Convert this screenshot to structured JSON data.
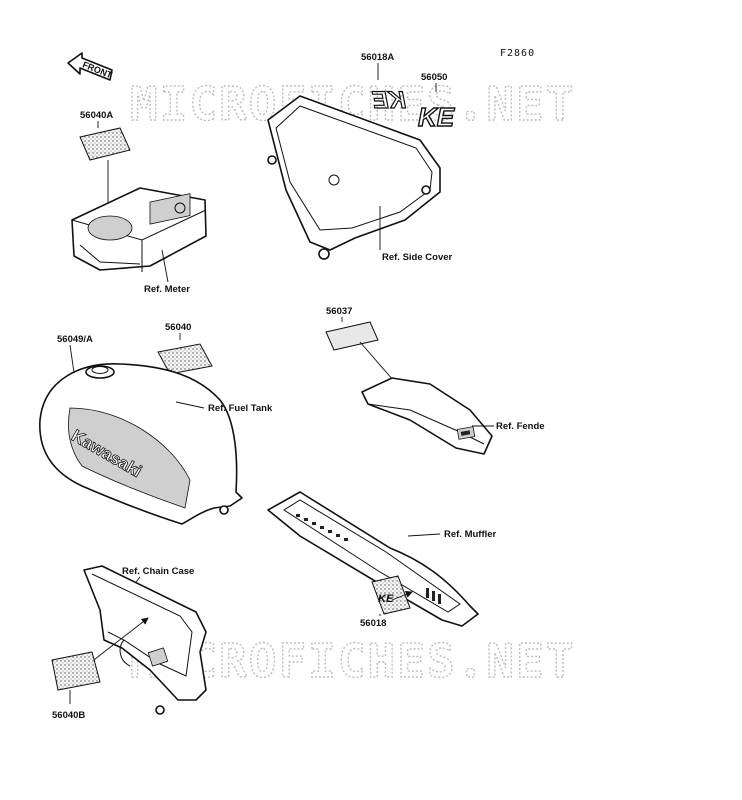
{
  "figure_code": "F2860",
  "watermark": "MICROFICHES.NET",
  "front_arrow": "FRONT",
  "tank_brand": "Kawasaki",
  "emblem": "KE",
  "part_numbers": {
    "p56018A": "56018A",
    "p56050": "56050",
    "p56040A": "56040A",
    "p56040": "56040",
    "p56049A": "56049/A",
    "p56037": "56037",
    "p56018": "56018",
    "p56040B": "56040B"
  },
  "references": {
    "meter": "Ref. Meter",
    "side_cover": "Ref. Side Cover",
    "fuel_tank": "Ref. Fuel Tank",
    "fender": "Ref. Fende",
    "muffler": "Ref. Muffler",
    "chain_case": "Ref. Chain Case"
  }
}
